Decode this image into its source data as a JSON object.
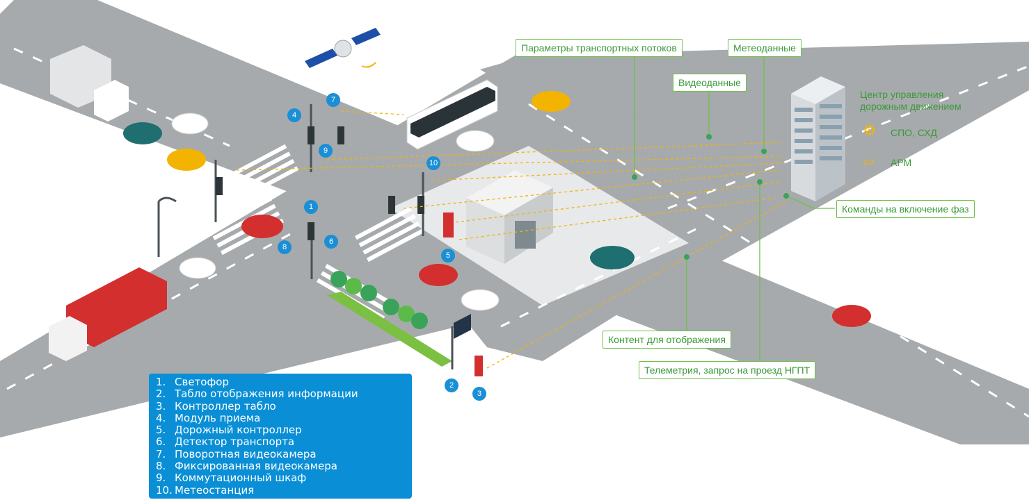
{
  "colors": {
    "road": "#a7aaac",
    "road_dark": "#8f9496",
    "ground": "#e9eaeb",
    "accent_green": "#6cc04a",
    "label_green": "#3a9a3a",
    "badge_blue": "#1b8fd6",
    "legend_blue": "#0a8fd6",
    "data_flow": "#f2b400"
  },
  "flow_labels": {
    "traffic_params": "Параметры транспортных потоков",
    "meteo": "Метеоданные",
    "video": "Видеоданные",
    "phase_commands": "Команды на включение фаз",
    "display_content": "Контент для отображения",
    "telemetry": "Телеметрия, запрос на проезд НГПТ"
  },
  "control_center": {
    "title_line1": "Центр управления",
    "title_line2": "дорожным движением",
    "services": [
      {
        "icon": "gear-icon",
        "label": "СПО, СХД"
      },
      {
        "icon": "monitor-icon",
        "label": "АРМ"
      }
    ]
  },
  "badges": [
    "1",
    "2",
    "3",
    "4",
    "5",
    "6",
    "7",
    "8",
    "9",
    "10"
  ],
  "legend": [
    {
      "num": "1.",
      "label": "Светофор"
    },
    {
      "num": "2.",
      "label": "Табло отображения информации"
    },
    {
      "num": "3.",
      "label": "Контроллер табло"
    },
    {
      "num": "4.",
      "label": "Модуль приема"
    },
    {
      "num": "5.",
      "label": "Дорожный контроллер"
    },
    {
      "num": "6.",
      "label": "Детектор транспорта"
    },
    {
      "num": "7.",
      "label": "Поворотная видеокамера"
    },
    {
      "num": "8.",
      "label": "Фиксированная видеокамера"
    },
    {
      "num": "9.",
      "label": "Коммутационный шкаф"
    },
    {
      "num": "10.",
      "label": "Метеостанция"
    }
  ]
}
